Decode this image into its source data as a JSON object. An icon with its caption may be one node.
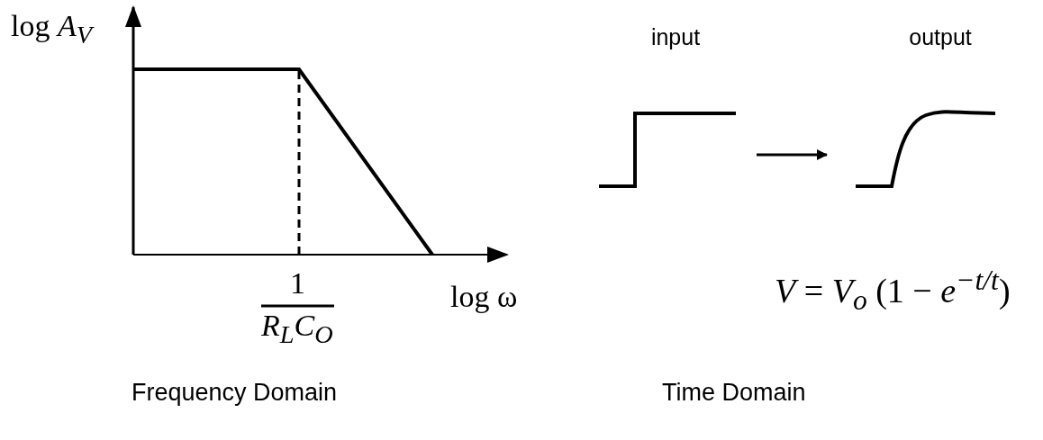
{
  "diagram": {
    "nodes": [
      {
        "text": [
          "input"
        ]
      },
      {
        "text": [
          "output"
        ]
      }
    ],
    "edges": [
      {
        "from": 0,
        "to": 1,
        "arrow": "to"
      }
    ],
    "labels": [
      "log *A*$_{V}$",
      "1",
      "R$_{L}$C$_{O}$",
      "log ω",
      "*V* = *V*$_{o}$ (1 − *e*$^{−t/t}$)",
      "Frequency Domain",
      "Time Domain"
    ]
  }
}
